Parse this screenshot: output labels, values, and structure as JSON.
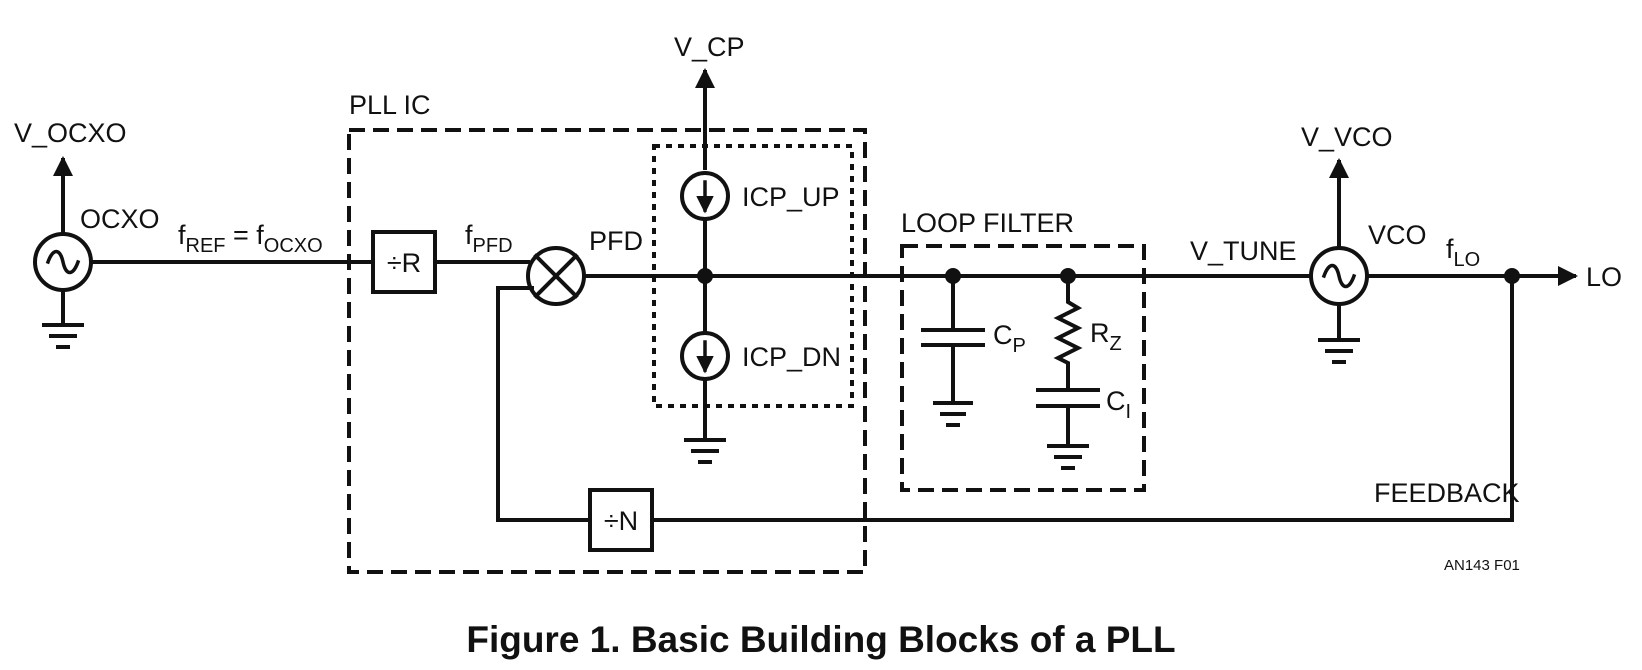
{
  "labels": {
    "v_ocxo": "V_OCXO",
    "ocxo": "OCXO",
    "f_ref_main": "f",
    "f_ref_sub": "REF",
    "f_ref_eq": " = f",
    "f_ocxo_sub": "OCXO",
    "pll_ic": "PLL IC",
    "div_r": "÷R",
    "f_pfd_main": "f",
    "f_pfd_sub": "PFD",
    "pfd": "PFD",
    "v_cp": "V_CP",
    "icp_up": "ICP_UP",
    "icp_dn": "ICP_DN",
    "loop_filter": "LOOP FILTER",
    "cp_main": "C",
    "cp_sub": "P",
    "rz_main": "R",
    "rz_sub": "Z",
    "ci_main": "C",
    "ci_sub": "I",
    "v_tune": "V_TUNE",
    "v_vco": "V_VCO",
    "vco": "VCO",
    "f_lo_main": "f",
    "f_lo_sub": "LO",
    "lo": "LO",
    "feedback": "FEEDBACK",
    "div_n": "÷N",
    "figure_id": "AN143 F01"
  },
  "caption": "Figure 1. Basic Building Blocks of a PLL"
}
